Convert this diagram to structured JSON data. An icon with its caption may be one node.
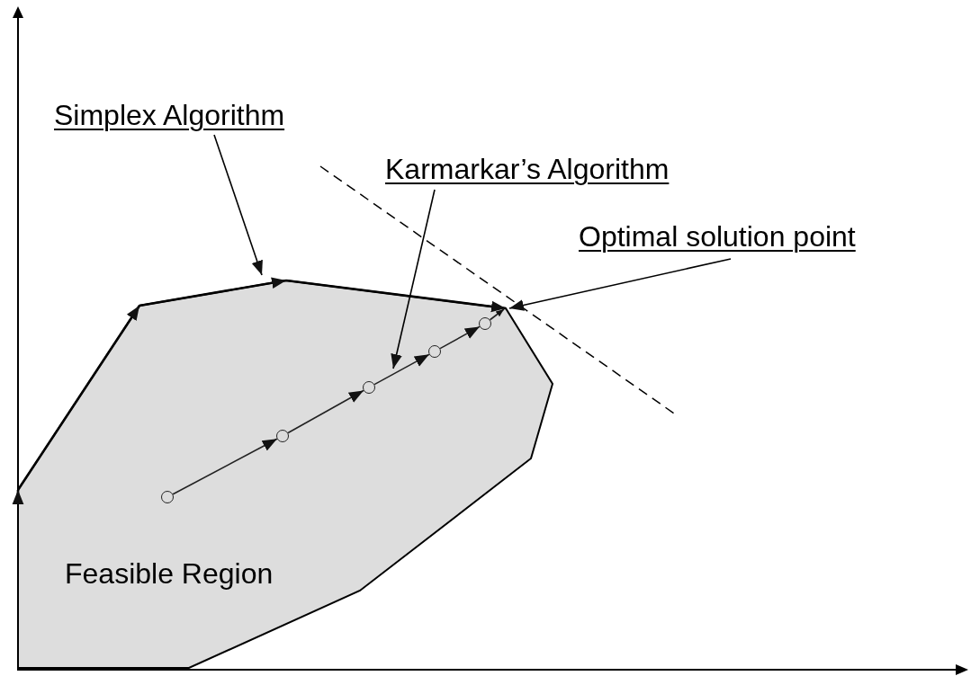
{
  "diagram": {
    "nodes": [
      {
        "text": [
          "Simplex Algorithm"
        ]
      },
      {
        "text": [
          "Karmarkar’s Algorithm"
        ]
      },
      {
        "text": [
          "Optimal solution point"
        ]
      },
      {
        "text": [
          "Feasible Region"
        ]
      },
      {
        "text": [],
        "shape": "circle",
        "in": 3
      },
      {
        "text": [],
        "shape": "circle",
        "in": 3
      },
      {
        "text": [],
        "shape": "circle",
        "in": 3
      },
      {
        "text": [],
        "shape": "circle",
        "in": 3
      },
      {
        "text": [],
        "shape": "circle",
        "in": 3
      }
    ],
    "edges": [
      {
        "from": 4,
        "to": 5,
        "arrow": "to"
      },
      {
        "from": 5,
        "to": 6,
        "arrow": "to"
      },
      {
        "from": 6,
        "to": 7,
        "arrow": "to"
      },
      {
        "from": 7,
        "to": 8,
        "arrow": "to"
      },
      {
        "from": 8,
        "to": 3,
        "arrow": "to"
      },
      {
        "from": 0,
        "to": 3,
        "arrow": "to"
      },
      {
        "from": 1,
        "to": 6,
        "arrow": "to"
      },
      {
        "from": 2,
        "to": 3,
        "arrow": "to"
      }
    ]
  }
}
